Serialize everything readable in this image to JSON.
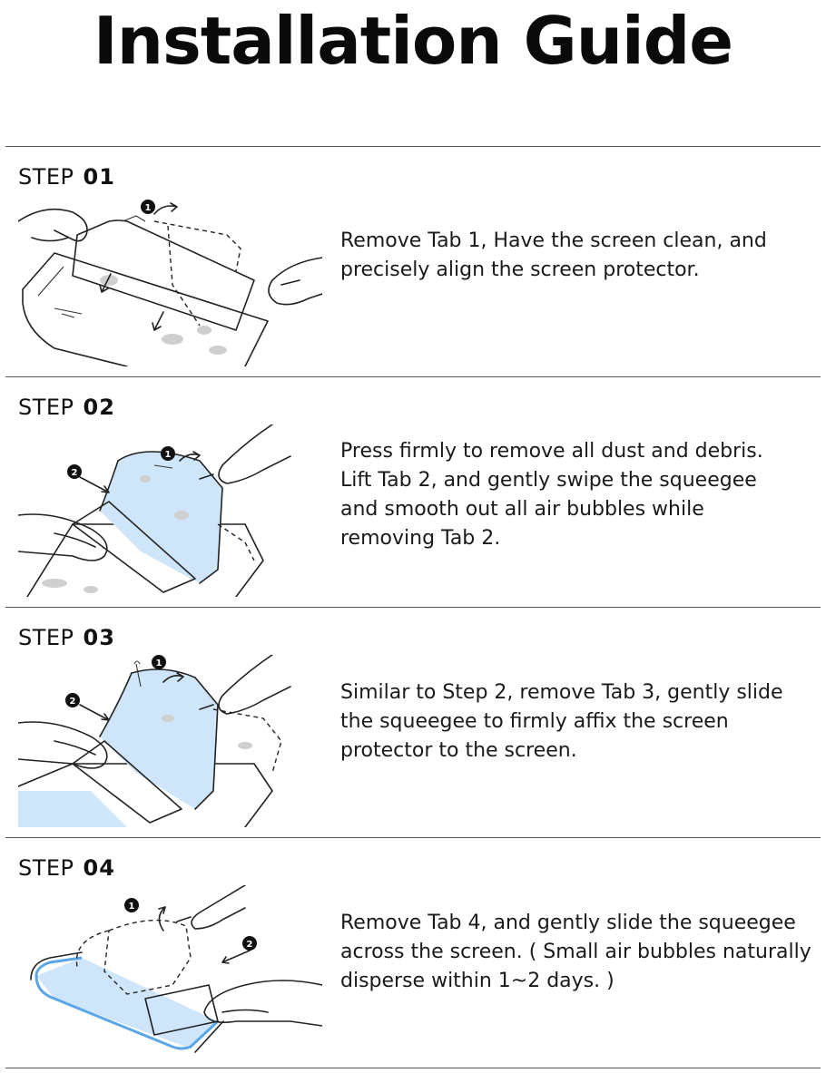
{
  "title": "Installation Guide",
  "steps": [
    {
      "label_word": "STEP",
      "label_num": "01",
      "lines": [
        "Remove Tab 1, Have the screen clean, and",
        "precisely align the screen protector."
      ],
      "badges": [
        "1"
      ]
    },
    {
      "label_word": "STEP",
      "label_num": "02",
      "lines": [
        "Press firmly to remove all dust and debris.",
        "Lift Tab 2, and gently swipe the squeegee",
        "and smooth out all air bubbles while",
        "removing Tab 2."
      ],
      "badges": [
        "1",
        "2"
      ]
    },
    {
      "label_word": "STEP",
      "label_num": "03",
      "lines": [
        "Similar to Step 2, remove Tab 3, gently slide",
        "the squeegee to firmly affix the screen",
        "protector to the screen."
      ],
      "badges": [
        "1",
        "2"
      ]
    },
    {
      "label_word": "STEP",
      "label_num": "04",
      "lines": [
        "Remove Tab 4, and gently slide the squeegee",
        "across the screen. ( Small air bubbles naturally",
        "disperse within 1~2 days. )"
      ],
      "badges": [
        "1",
        "2"
      ]
    }
  ],
  "icons": [
    "hand-icon",
    "phone-icon",
    "screen-protector-icon",
    "squeegee-icon",
    "arrow-icon"
  ],
  "colors": {
    "text": "#111111",
    "divider": "#555555",
    "protector_tint": "#cfe6fa",
    "edge_blue": "#5aa6e6"
  }
}
